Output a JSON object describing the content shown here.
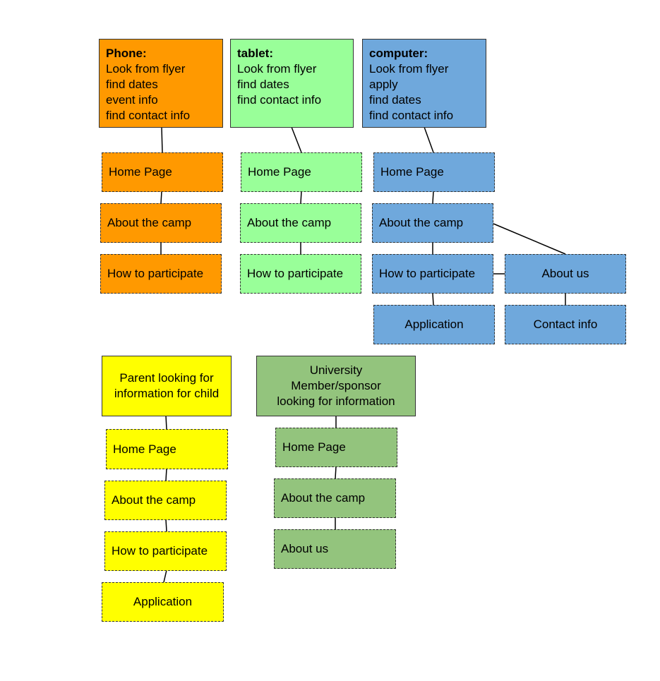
{
  "columns": {
    "phone": {
      "header": "Phone:",
      "lines": [
        "Look from flyer",
        "find dates",
        "event info",
        "find contact info"
      ],
      "nodes": [
        "Home Page",
        "About the camp",
        "How to participate"
      ]
    },
    "tablet": {
      "header": "tablet:",
      "lines": [
        "Look from flyer",
        "find dates",
        "find contact info"
      ],
      "nodes": [
        "Home Page",
        "About the camp",
        "How to participate"
      ]
    },
    "computer": {
      "header": "computer:",
      "lines": [
        "Look from flyer",
        "apply",
        "find dates",
        "find contact info"
      ],
      "nodes": [
        "Home Page",
        "About the camp",
        "How to participate",
        "Application"
      ],
      "branch": [
        "About us",
        "Contact info"
      ]
    }
  },
  "personas": {
    "parent": {
      "lines": [
        "Parent looking for",
        "information for child"
      ],
      "nodes": [
        "Home Page",
        "About the camp",
        "How to participate",
        "Application"
      ]
    },
    "university": {
      "lines": [
        "University",
        "Member/sponsor",
        "looking for information"
      ],
      "nodes": [
        "Home Page",
        "About the camp",
        "About us"
      ]
    }
  },
  "colors": {
    "orange": "#ff9900",
    "light_green": "#99ff99",
    "blue": "#6fa8dc",
    "yellow": "#ffff00",
    "green": "#93c47d",
    "border": "#333333"
  }
}
